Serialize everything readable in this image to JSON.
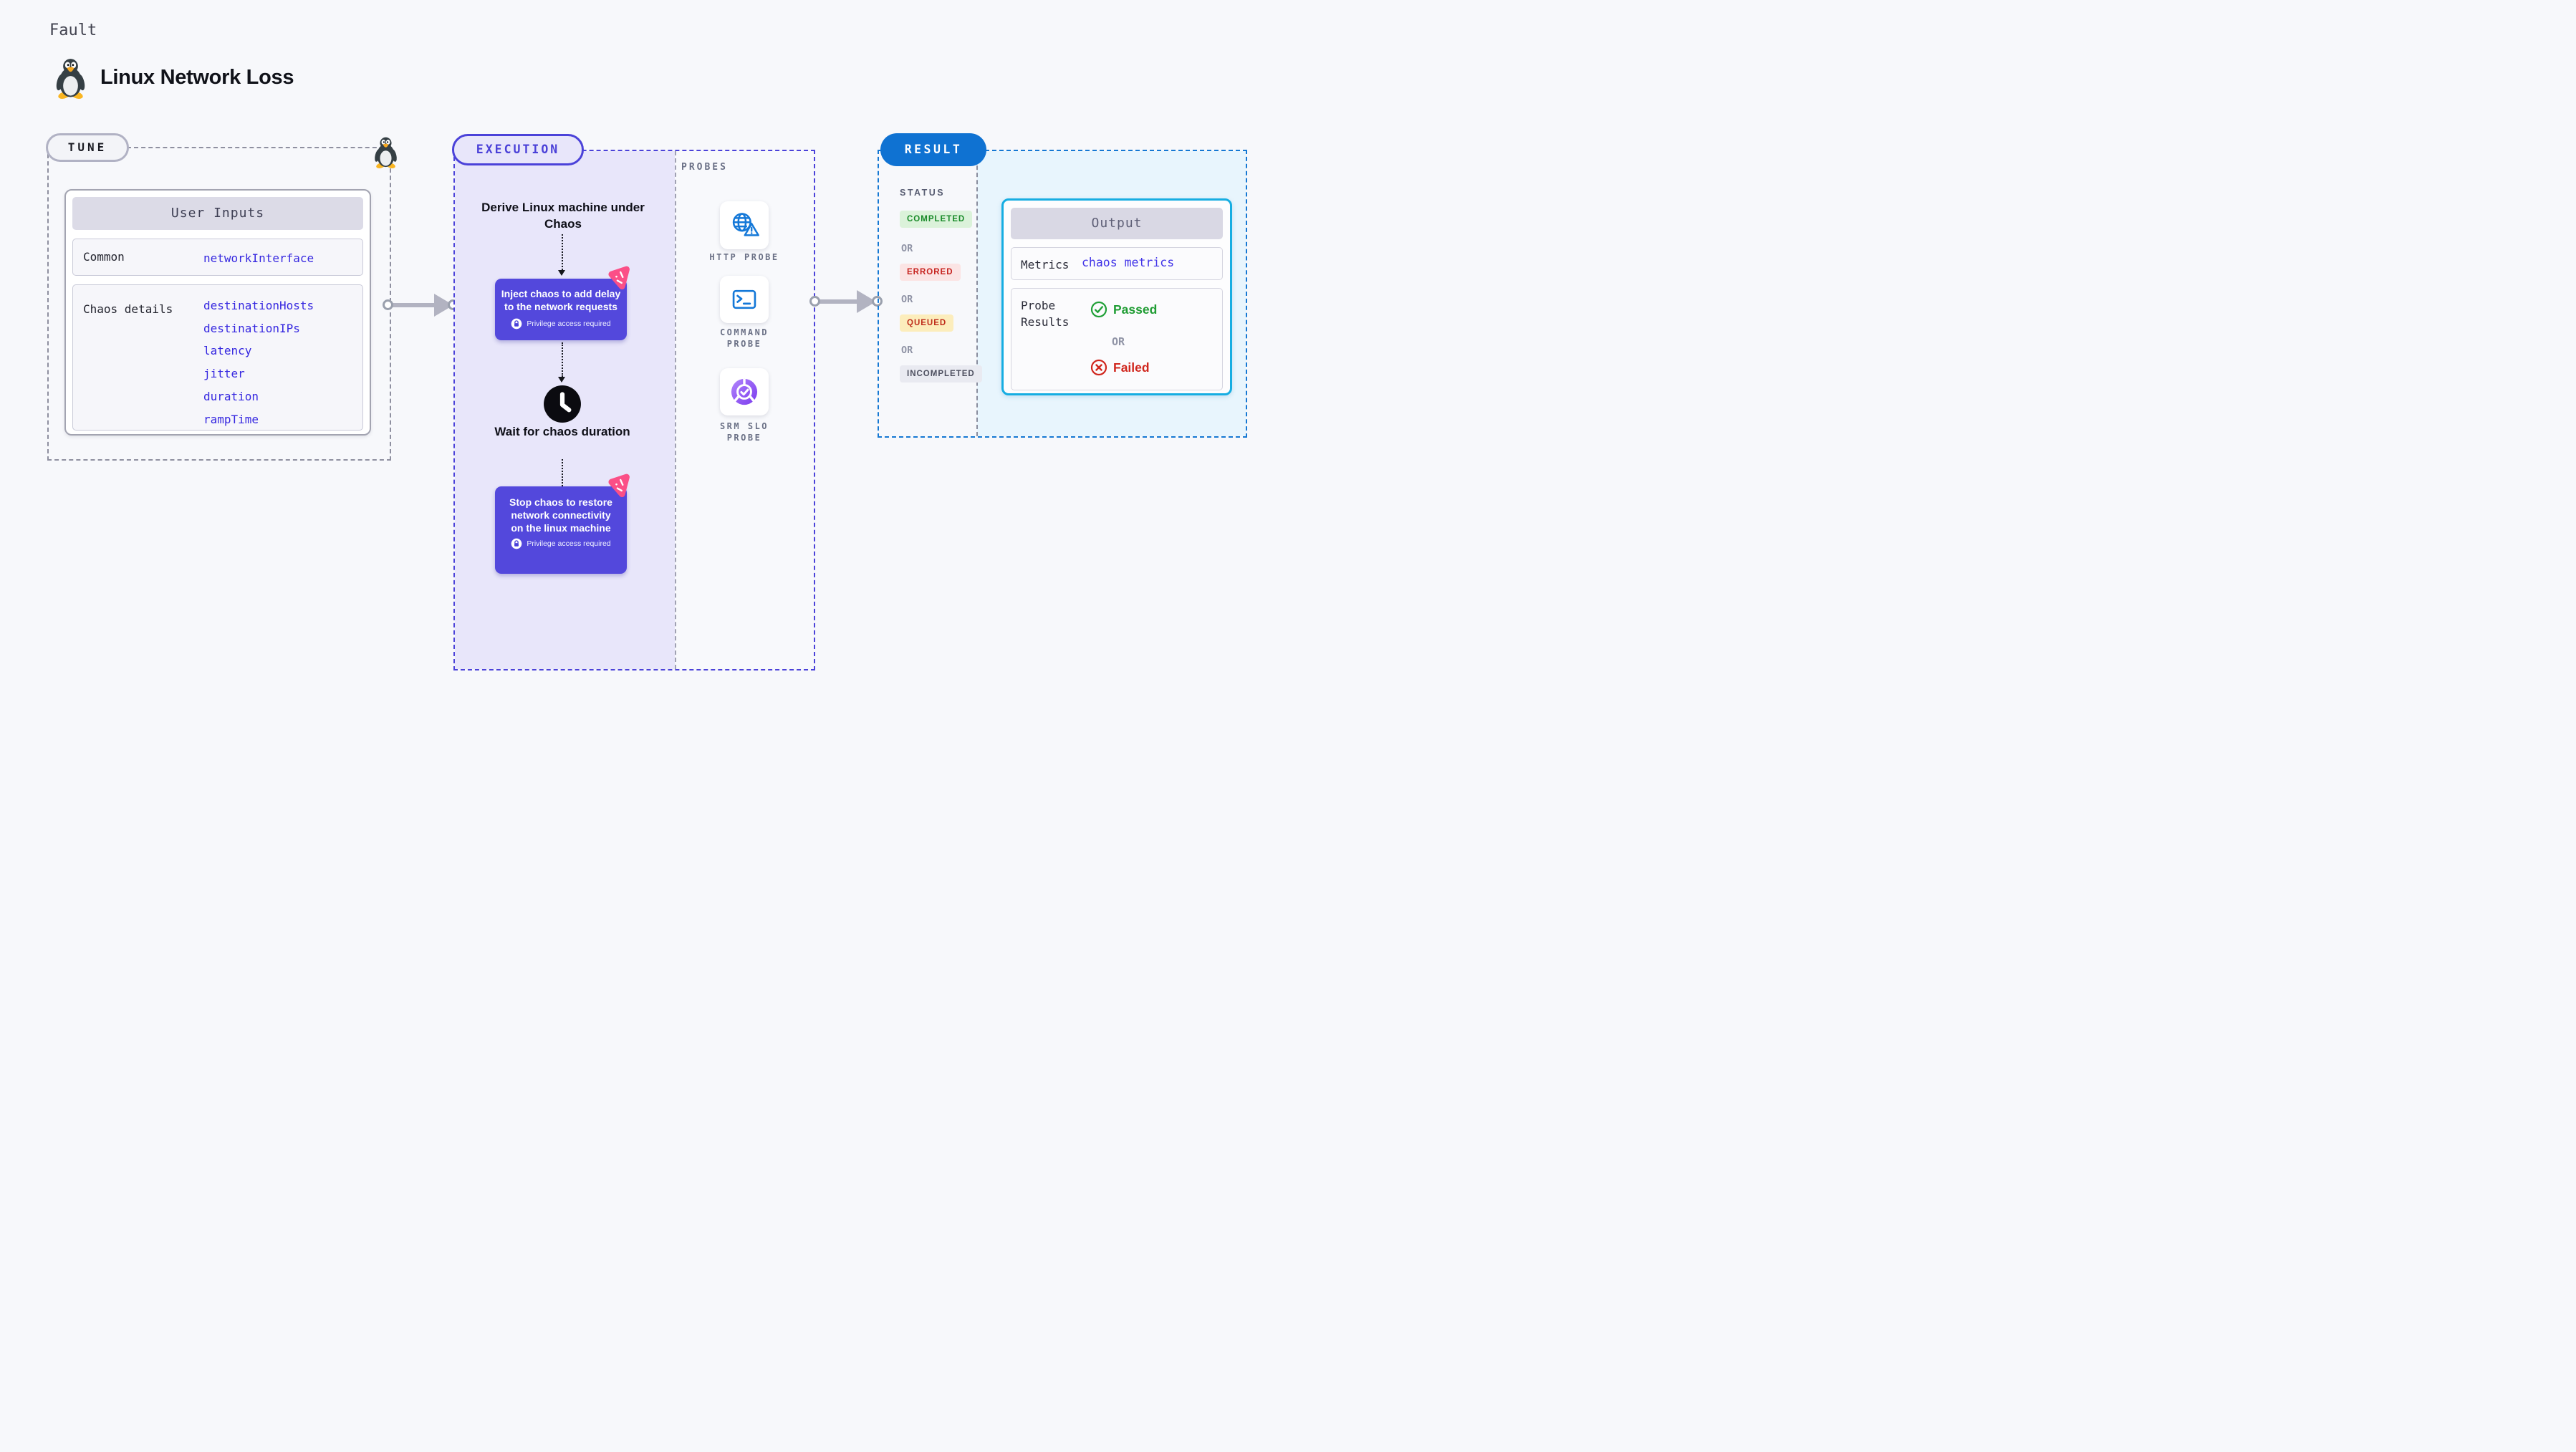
{
  "header": {
    "kicker": "Fault",
    "title": "Linux Network Loss"
  },
  "tune": {
    "badge": "TUNE",
    "user_inputs": {
      "title": "User Inputs",
      "rows": [
        {
          "label": "Common",
          "values": [
            "networkInterface"
          ]
        },
        {
          "label": "Chaos details",
          "values": [
            "destinationHosts",
            "destinationIPs",
            "latency",
            "jitter",
            "duration",
            "rampTime"
          ]
        }
      ]
    }
  },
  "execution": {
    "badge": "EXECUTION",
    "steps": {
      "derive": "Derive Linux machine under Chaos",
      "inject": "Inject chaos to add delay to the network requests",
      "wait": "Wait for chaos duration",
      "stop": "Stop chaos to restore network connectivity on the linux machine"
    },
    "privilege_note": "Privilege access required"
  },
  "probes": {
    "title": "PROBES",
    "items": [
      {
        "label": "HTTP PROBE",
        "icon": "globe-warning-icon"
      },
      {
        "label": "COMMAND PROBE",
        "icon": "terminal-icon"
      },
      {
        "label": "SRM SLO PROBE",
        "icon": "slo-gauge-icon"
      }
    ]
  },
  "result": {
    "badge": "RESULT",
    "status_heading": "STATUS",
    "or_label": "OR",
    "statuses": [
      {
        "label": "COMPLETED",
        "text_color": "#188a28",
        "bg_color": "#dbf2da"
      },
      {
        "label": "ERRORED",
        "text_color": "#c6231f",
        "bg_color": "#fbe4e4"
      },
      {
        "label": "QUEUED",
        "text_color": "#bf2c1a",
        "bg_color": "#fcedbc"
      },
      {
        "label": "INCOMPLETED",
        "text_color": "#4e5060",
        "bg_color": "#e9eaf1"
      }
    ],
    "output": {
      "title": "Output",
      "metrics_label": "Metrics",
      "metrics_value": "chaos metrics",
      "probe_results_label": "Probe Results",
      "passed": "Passed",
      "or": "OR",
      "failed": "Failed"
    }
  },
  "colors": {
    "page_bg": "#f7f8fb",
    "execution_accent": "#4b42d9",
    "execution_fill": "#e8e6fa",
    "result_accent": "#0f72d2",
    "result_fill": "#e8f5fd",
    "output_border": "#16ade2",
    "input_value_blue": "#3628e0",
    "step_box_indigo": "#5348dc",
    "chaos_icon_pink": "#fb4f87",
    "probe_icon_blue": "#1478d8",
    "slo_icon_purple": "#8a55f5",
    "passed_green": "#1f9c33",
    "failed_red": "#d0271e",
    "arrow_gray": "#b2b3c1"
  }
}
